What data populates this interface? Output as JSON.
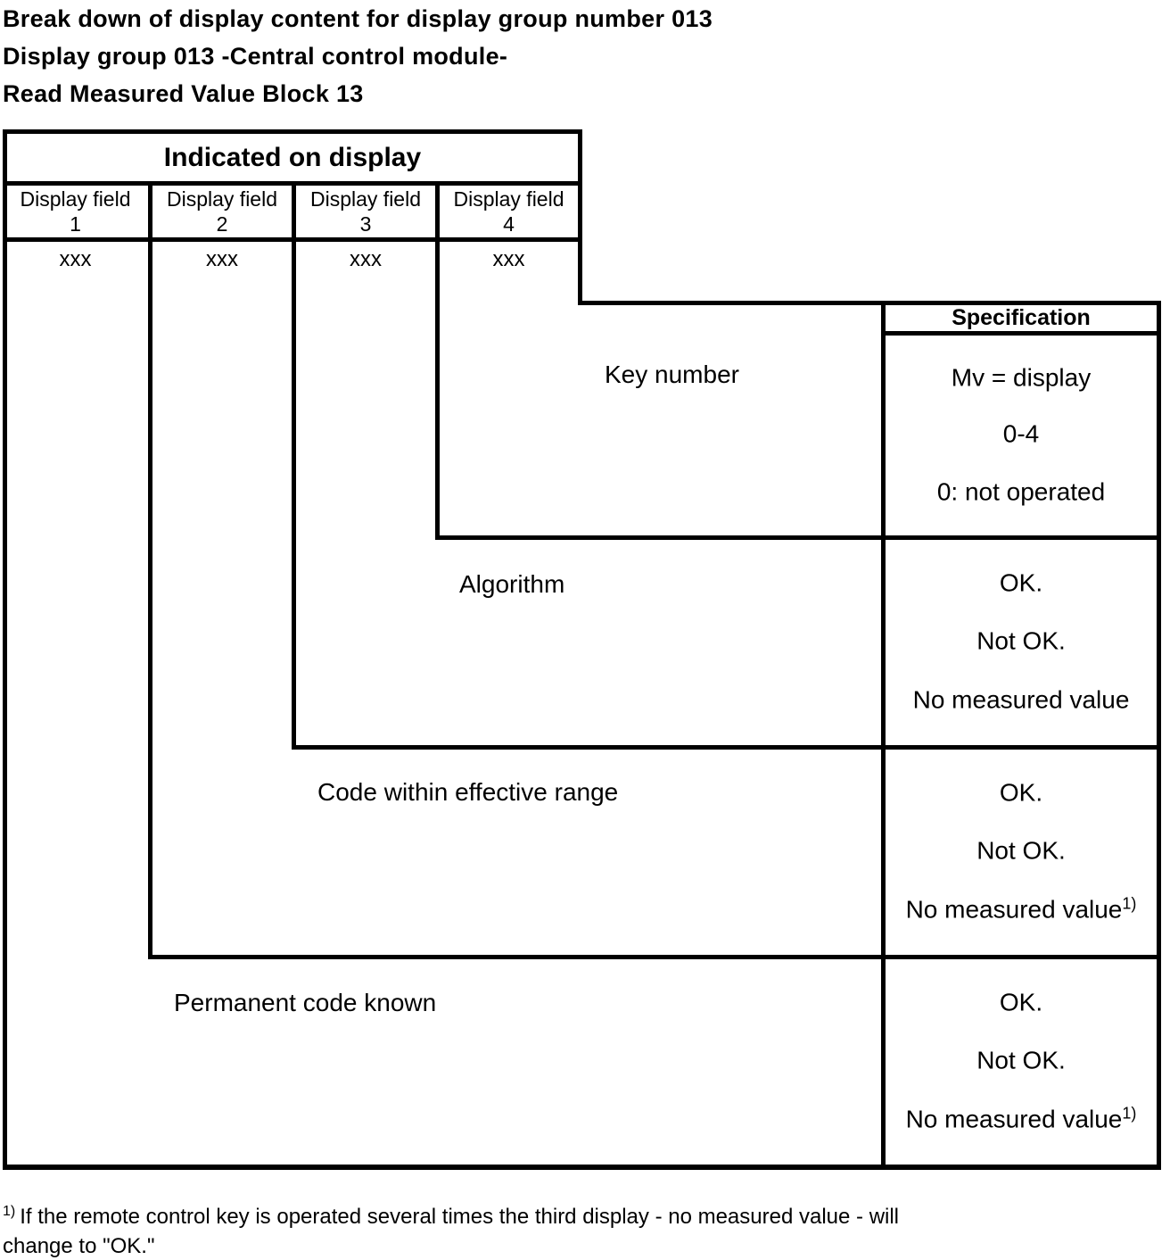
{
  "colors": {
    "ink": "#000000",
    "paper": "#ffffff"
  },
  "title": {
    "line1": "Break down of display content for display group number 013",
    "line2": "Display group 013 -Central control module-",
    "line3": "Read Measured Value Block 13"
  },
  "table": {
    "header": "Indicated on display",
    "spec_header": "Specification",
    "columns": [
      {
        "label": "Display field",
        "number": "1",
        "value": "xxx"
      },
      {
        "label": "Display field",
        "number": "2",
        "value": "xxx"
      },
      {
        "label": "Display field",
        "number": "3",
        "value": "xxx"
      },
      {
        "label": "Display field",
        "number": "4",
        "value": "xxx"
      }
    ],
    "rows": [
      {
        "label": "Key number",
        "spec": [
          {
            "text": "Mv = display",
            "sup": ""
          },
          {
            "text": "0-4",
            "sup": ""
          },
          {
            "text": "0: not operated",
            "sup": ""
          }
        ]
      },
      {
        "label": "Algorithm",
        "spec": [
          {
            "text": "OK.",
            "sup": ""
          },
          {
            "text": "Not OK.",
            "sup": ""
          },
          {
            "text": "No measured value",
            "sup": ""
          }
        ]
      },
      {
        "label": "Code within effective range",
        "spec": [
          {
            "text": "OK.",
            "sup": ""
          },
          {
            "text": "Not OK.",
            "sup": ""
          },
          {
            "text": "No measured value",
            "sup": "1)"
          }
        ]
      },
      {
        "label": "Permanent code known",
        "spec": [
          {
            "text": "OK.",
            "sup": ""
          },
          {
            "text": "Not OK.",
            "sup": ""
          },
          {
            "text": "No measured value",
            "sup": "1)"
          }
        ]
      }
    ]
  },
  "footnote": {
    "marker": "1)",
    "line1": "If the remote control key is operated several times the third display - no measured value - will",
    "line2": "change to \"OK.\""
  }
}
